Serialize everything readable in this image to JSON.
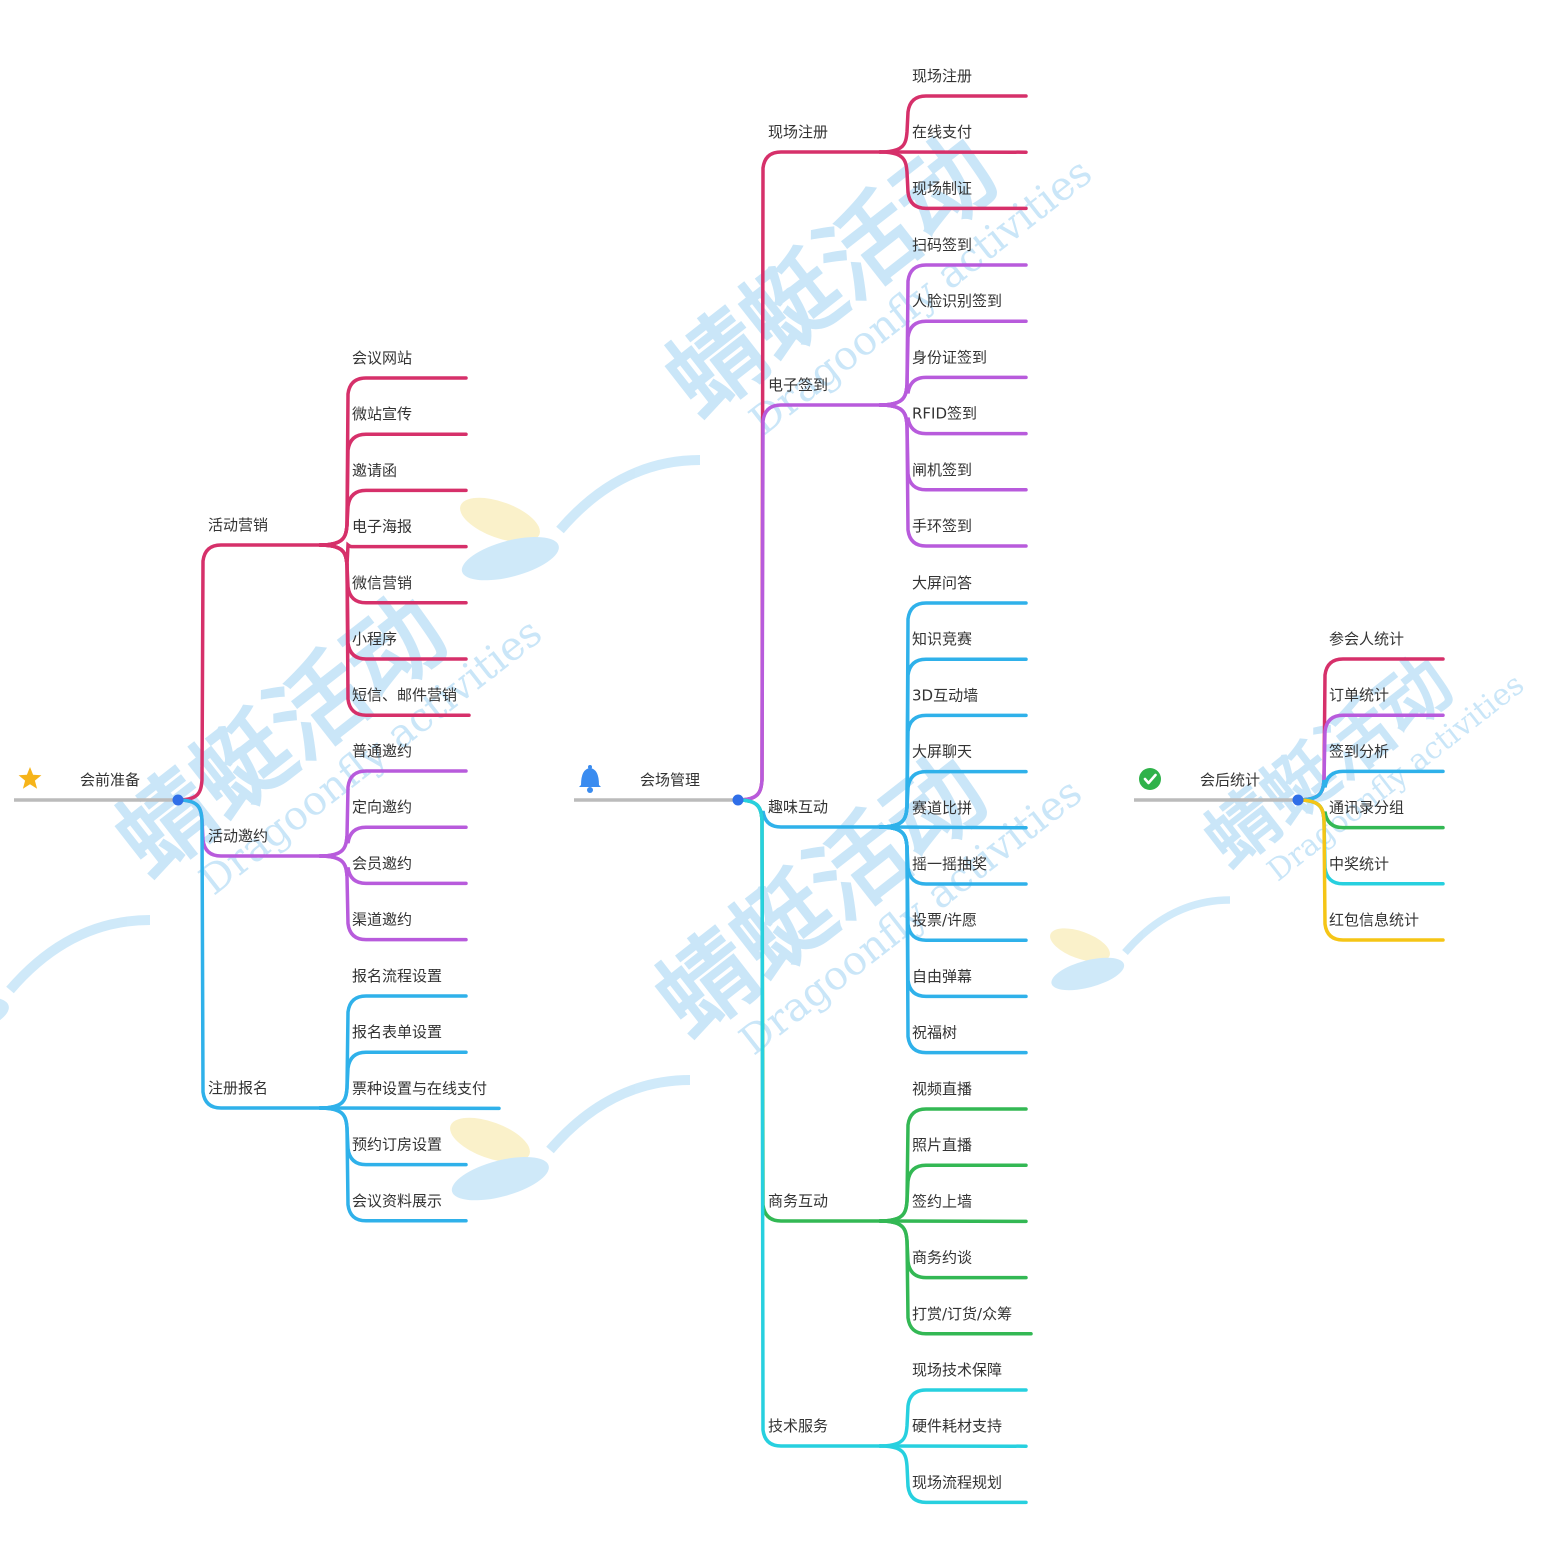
{
  "colors": {
    "red": "#d6306a",
    "purple": "#b85bdc",
    "blue": "#2fb1ea",
    "green": "#33b854",
    "cyan": "#27d0df",
    "yellow": "#f5c516",
    "root_line": "#bbbbbb",
    "node": "#2f6ee8",
    "watermark": "#9fd2f3"
  },
  "watermark": {
    "cn": "蜻蜓活动",
    "en": "Dragoonfly activities"
  },
  "maps": [
    {
      "id": "pre",
      "title": "会前准备",
      "icon": "star-icon",
      "branches": [
        {
          "label": "活动营销",
          "color": "red",
          "children": [
            "会议网站",
            "微站宣传",
            "邀请函",
            "电子海报",
            "微信营销",
            "小程序",
            "短信、邮件营销"
          ]
        },
        {
          "label": "活动邀约",
          "color": "purple",
          "children": [
            "普通邀约",
            "定向邀约",
            "会员邀约",
            "渠道邀约"
          ]
        },
        {
          "label": "注册报名",
          "color": "blue",
          "children": [
            "报名流程设置",
            "报名表单设置",
            "票种设置与在线支付",
            "预约订房设置",
            "会议资料展示"
          ]
        }
      ]
    },
    {
      "id": "venue",
      "title": "会场管理",
      "icon": "bell-icon",
      "branches": [
        {
          "label": "现场注册",
          "color": "red",
          "children": [
            "现场注册",
            "在线支付",
            "现场制证"
          ]
        },
        {
          "label": "电子签到",
          "color": "purple",
          "children": [
            "扫码签到",
            "人脸识别签到",
            "身份证签到",
            "RFID签到",
            "闸机签到",
            "手环签到"
          ]
        },
        {
          "label": "趣味互动",
          "color": "blue",
          "children": [
            "大屏问答",
            "知识竞赛",
            "3D互动墙",
            "大屏聊天",
            "赛道比拼",
            "摇一摇抽奖",
            "投票/许愿",
            "自由弹幕",
            "祝福树"
          ]
        },
        {
          "label": "商务互动",
          "color": "green",
          "children": [
            "视频直播",
            "照片直播",
            "签约上墙",
            "商务约谈",
            "打赏/订货/众筹"
          ]
        },
        {
          "label": "技术服务",
          "color": "cyan",
          "children": [
            "现场技术保障",
            "硬件耗材支持",
            "现场流程规划"
          ]
        }
      ]
    },
    {
      "id": "post",
      "title": "会后统计",
      "icon": "check-circle-icon",
      "branches": [
        {
          "label": "参会人统计",
          "color": "red",
          "children": []
        },
        {
          "label": "订单统计",
          "color": "purple",
          "children": []
        },
        {
          "label": "签到分析",
          "color": "blue",
          "children": []
        },
        {
          "label": "通讯录分组",
          "color": "green",
          "children": []
        },
        {
          "label": "中奖统计",
          "color": "cyan",
          "children": []
        },
        {
          "label": "红包信息统计",
          "color": "yellow",
          "children": []
        }
      ]
    }
  ]
}
